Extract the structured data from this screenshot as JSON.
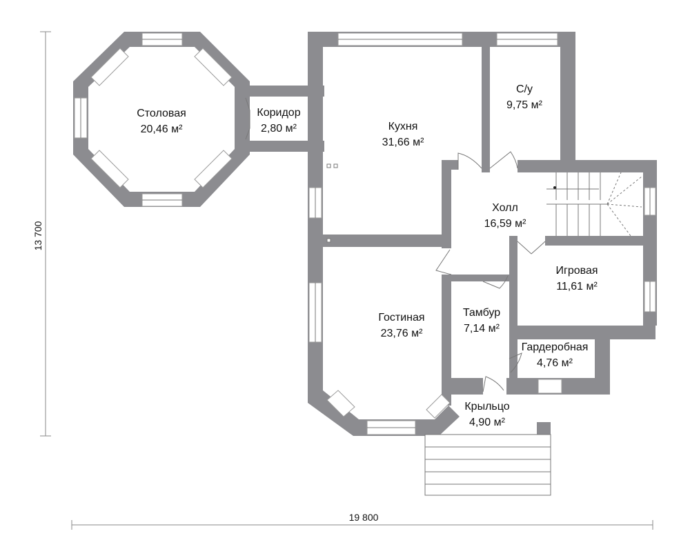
{
  "dimensions": {
    "width_label": "19 800",
    "height_label": "13 700"
  },
  "rooms": [
    {
      "name": "Столовая",
      "area": "20,46 м²"
    },
    {
      "name": "Коридор",
      "area": "2,80 м²"
    },
    {
      "name": "Кухня",
      "area": "31,66 м²"
    },
    {
      "name": "С/у",
      "area": "9,75 м²"
    },
    {
      "name": "Холл",
      "area": "16,59 м²"
    },
    {
      "name": "Игровая",
      "area": "11,61 м²"
    },
    {
      "name": "Гостиная",
      "area": "23,76 м²"
    },
    {
      "name": "Тамбур",
      "area": "7,14 м²"
    },
    {
      "name": "Гардеробная",
      "area": "4,76 м²"
    },
    {
      "name": "Крыльцо",
      "area": "4,90 м²"
    }
  ]
}
